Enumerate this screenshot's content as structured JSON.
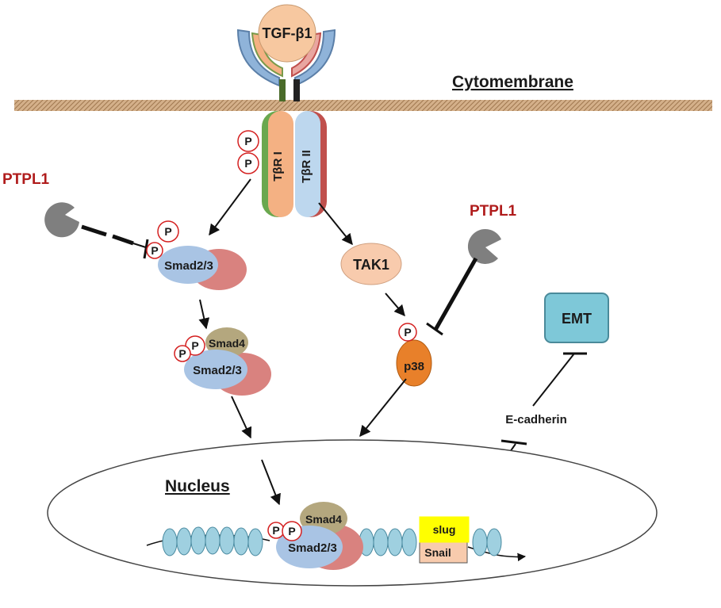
{
  "ligand": "TGF-β1",
  "membrane_label": "Cytomembrane",
  "receptor_1": "TβR I",
  "receptor_2": "TβR II",
  "phospho": "P",
  "inhibitor_left": "PTPL1",
  "inhibitor_right": "PTPL1",
  "smad23": "Smad2/3",
  "smad4": "Smad4",
  "tak1": "TAK1",
  "p38": "p38",
  "emt": "EMT",
  "ecadherin": "E-cadherin",
  "nucleus_label": "Nucleus",
  "slug": "slug",
  "snail": "Snail",
  "colors": {
    "membrane": "#c8a27a",
    "ligand": "#f7c8a0",
    "receptor_green": "#6aa84f",
    "receptor_peach": "#f4b183",
    "receptor_blue": "#bdd7ee",
    "receptor_red": "#c0504d",
    "smad23": "#a9c4e4",
    "smad_red": "#d9827f",
    "smad4": "#b4a77e",
    "tak1": "#f8cbad",
    "p38": "#e8802a",
    "emt": "#7ec8d8",
    "inhibitor": "#7f7f7f",
    "slug": "#ffff00",
    "snail": "#f8cbad",
    "dna": "#8fc7d8",
    "ptpl1_text": "#b01c1c"
  }
}
